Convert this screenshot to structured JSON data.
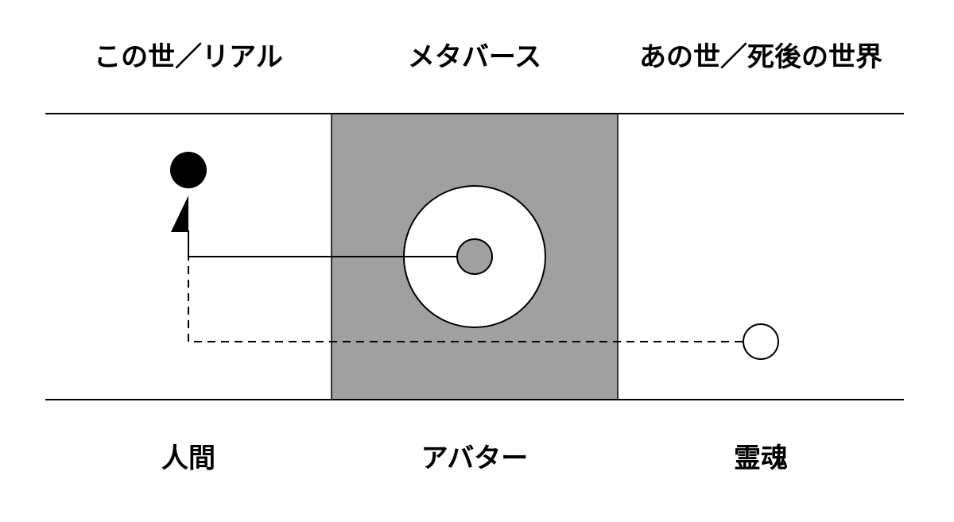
{
  "diagram": {
    "columns": [
      {
        "heading": "この世／リアル",
        "entity": "人間"
      },
      {
        "heading": "メタバース",
        "entity": "アバター"
      },
      {
        "heading": "あの世／死後の世界",
        "entity": "霊魂"
      }
    ],
    "colors": {
      "middle_fill": "#a0a0a0",
      "line": "#000000",
      "background": "#ffffff"
    }
  }
}
